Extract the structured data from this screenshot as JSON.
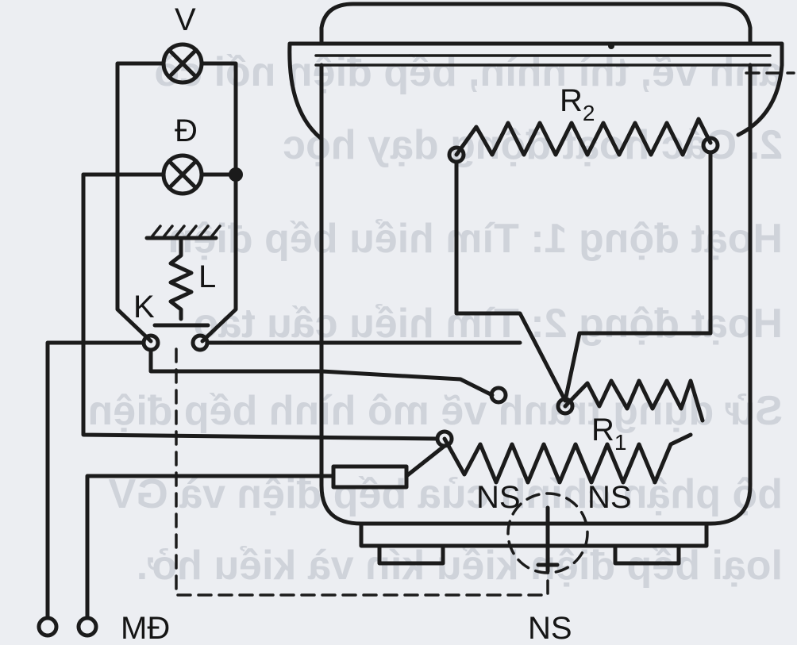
{
  "labels": {
    "lamp_v": "V",
    "lamp_d": "Đ",
    "relay_coil": "L",
    "relay_contact": "K",
    "resistor_2": "R",
    "resistor_2_sub": "2",
    "resistor_1": "R",
    "resistor_1_sub": "1",
    "ns_left": "NS",
    "ns_right": "NS",
    "ns_bottom": "NS",
    "terminal_label": "MĐ"
  },
  "bleed_text": [
    "anh vẽ, thì nhìn, bếp điện nối cò",
    "2. Các hoạt động dạy học",
    "Hoạt động 1: Tìm hiểu bếp điện",
    "Hoạt động 2: Tìm hiểu cấu tạo",
    "Sử dụng tranh vẽ mô hình bếp điện",
    "bộ phận chính của bếp điện và GV",
    "loại bếp điện kiểu kín và kiểu hở."
  ],
  "colors": {
    "ink": "#1b1b1b",
    "paper": "#eceef2",
    "bleed": "#b9bdc7"
  }
}
